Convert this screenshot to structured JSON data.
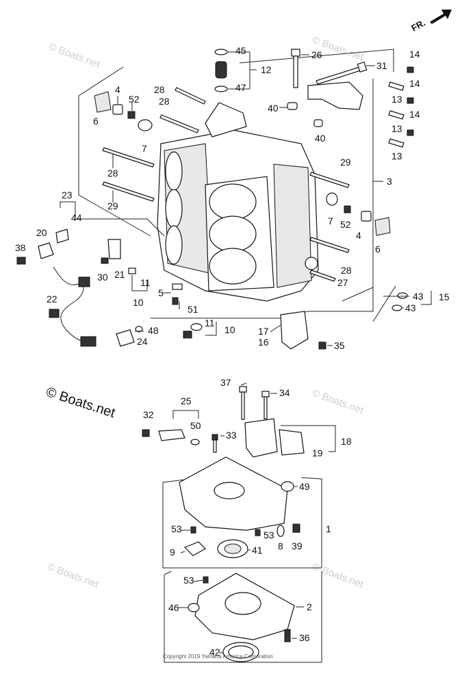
{
  "header": {
    "direction_label": "FR."
  },
  "watermark": {
    "text": "© Boats.net"
  },
  "copyright": "Copyright 2019 Yamaha America Corporation",
  "callouts": {
    "c1": "1",
    "c2": "2",
    "c3": "3",
    "c4a": "4",
    "c4b": "4",
    "c5": "5",
    "c6a": "6",
    "c6b": "6",
    "c7a": "7",
    "c7b": "7",
    "c8": "8",
    "c9": "9",
    "c10a": "10",
    "c10b": "10",
    "c11a": "11",
    "c11b": "11",
    "c12": "12",
    "c13a": "13",
    "c13b": "13",
    "c13c": "13",
    "c14a": "14",
    "c14b": "14",
    "c14c": "14",
    "c15": "15",
    "c16": "16",
    "c17": "17",
    "c18": "18",
    "c19": "19",
    "c20": "20",
    "c21": "21",
    "c22": "22",
    "c23": "23",
    "c24": "24",
    "c25": "25",
    "c26": "26",
    "c27": "27",
    "c28a": "28",
    "c28b": "28",
    "c28c": "28",
    "c28d": "28",
    "c29a": "29",
    "c29b": "29",
    "c30": "30",
    "c31": "31",
    "c32": "32",
    "c33": "33",
    "c34": "34",
    "c35": "35",
    "c36": "36",
    "c37": "37",
    "c38": "38",
    "c39": "39",
    "c40a": "40",
    "c40b": "40",
    "c41": "41",
    "c42": "42",
    "c43a": "43",
    "c43b": "43",
    "c44": "44",
    "c45": "45",
    "c46": "46",
    "c47": "47",
    "c48": "48",
    "c49": "49",
    "c50": "50",
    "c51": "51",
    "c52a": "52",
    "c52b": "52",
    "c53a": "53",
    "c53b": "53",
    "c53c": "53"
  }
}
